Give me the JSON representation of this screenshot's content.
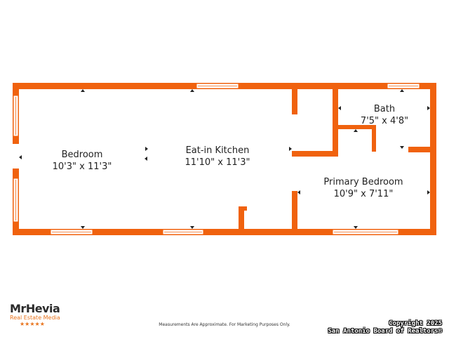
{
  "colors": {
    "wall": "#f0620e",
    "window": "#ffffff",
    "label": "#222222",
    "brand": "#e8741e"
  },
  "rooms": [
    {
      "name": "Bedroom",
      "size": "10'3\" x 11'3\""
    },
    {
      "name": "Eat-in Kitchen",
      "size": "11'10\" x 11'3\""
    },
    {
      "name": "Bath",
      "size": "7'5\" x 4'8\""
    },
    {
      "name": "Primary Bedroom",
      "size": "10'9\" x 7'11\""
    }
  ],
  "logo": {
    "name": "MrHevia",
    "tagline": "Real Estate Media",
    "rating_stars": "★★★★★"
  },
  "disclaimer": "Measurements Are Approximate. For Marketing Purposes Only.",
  "copyright": {
    "line1": "Copyright 2025",
    "line2": "San Antonio Board of Realtors®"
  }
}
